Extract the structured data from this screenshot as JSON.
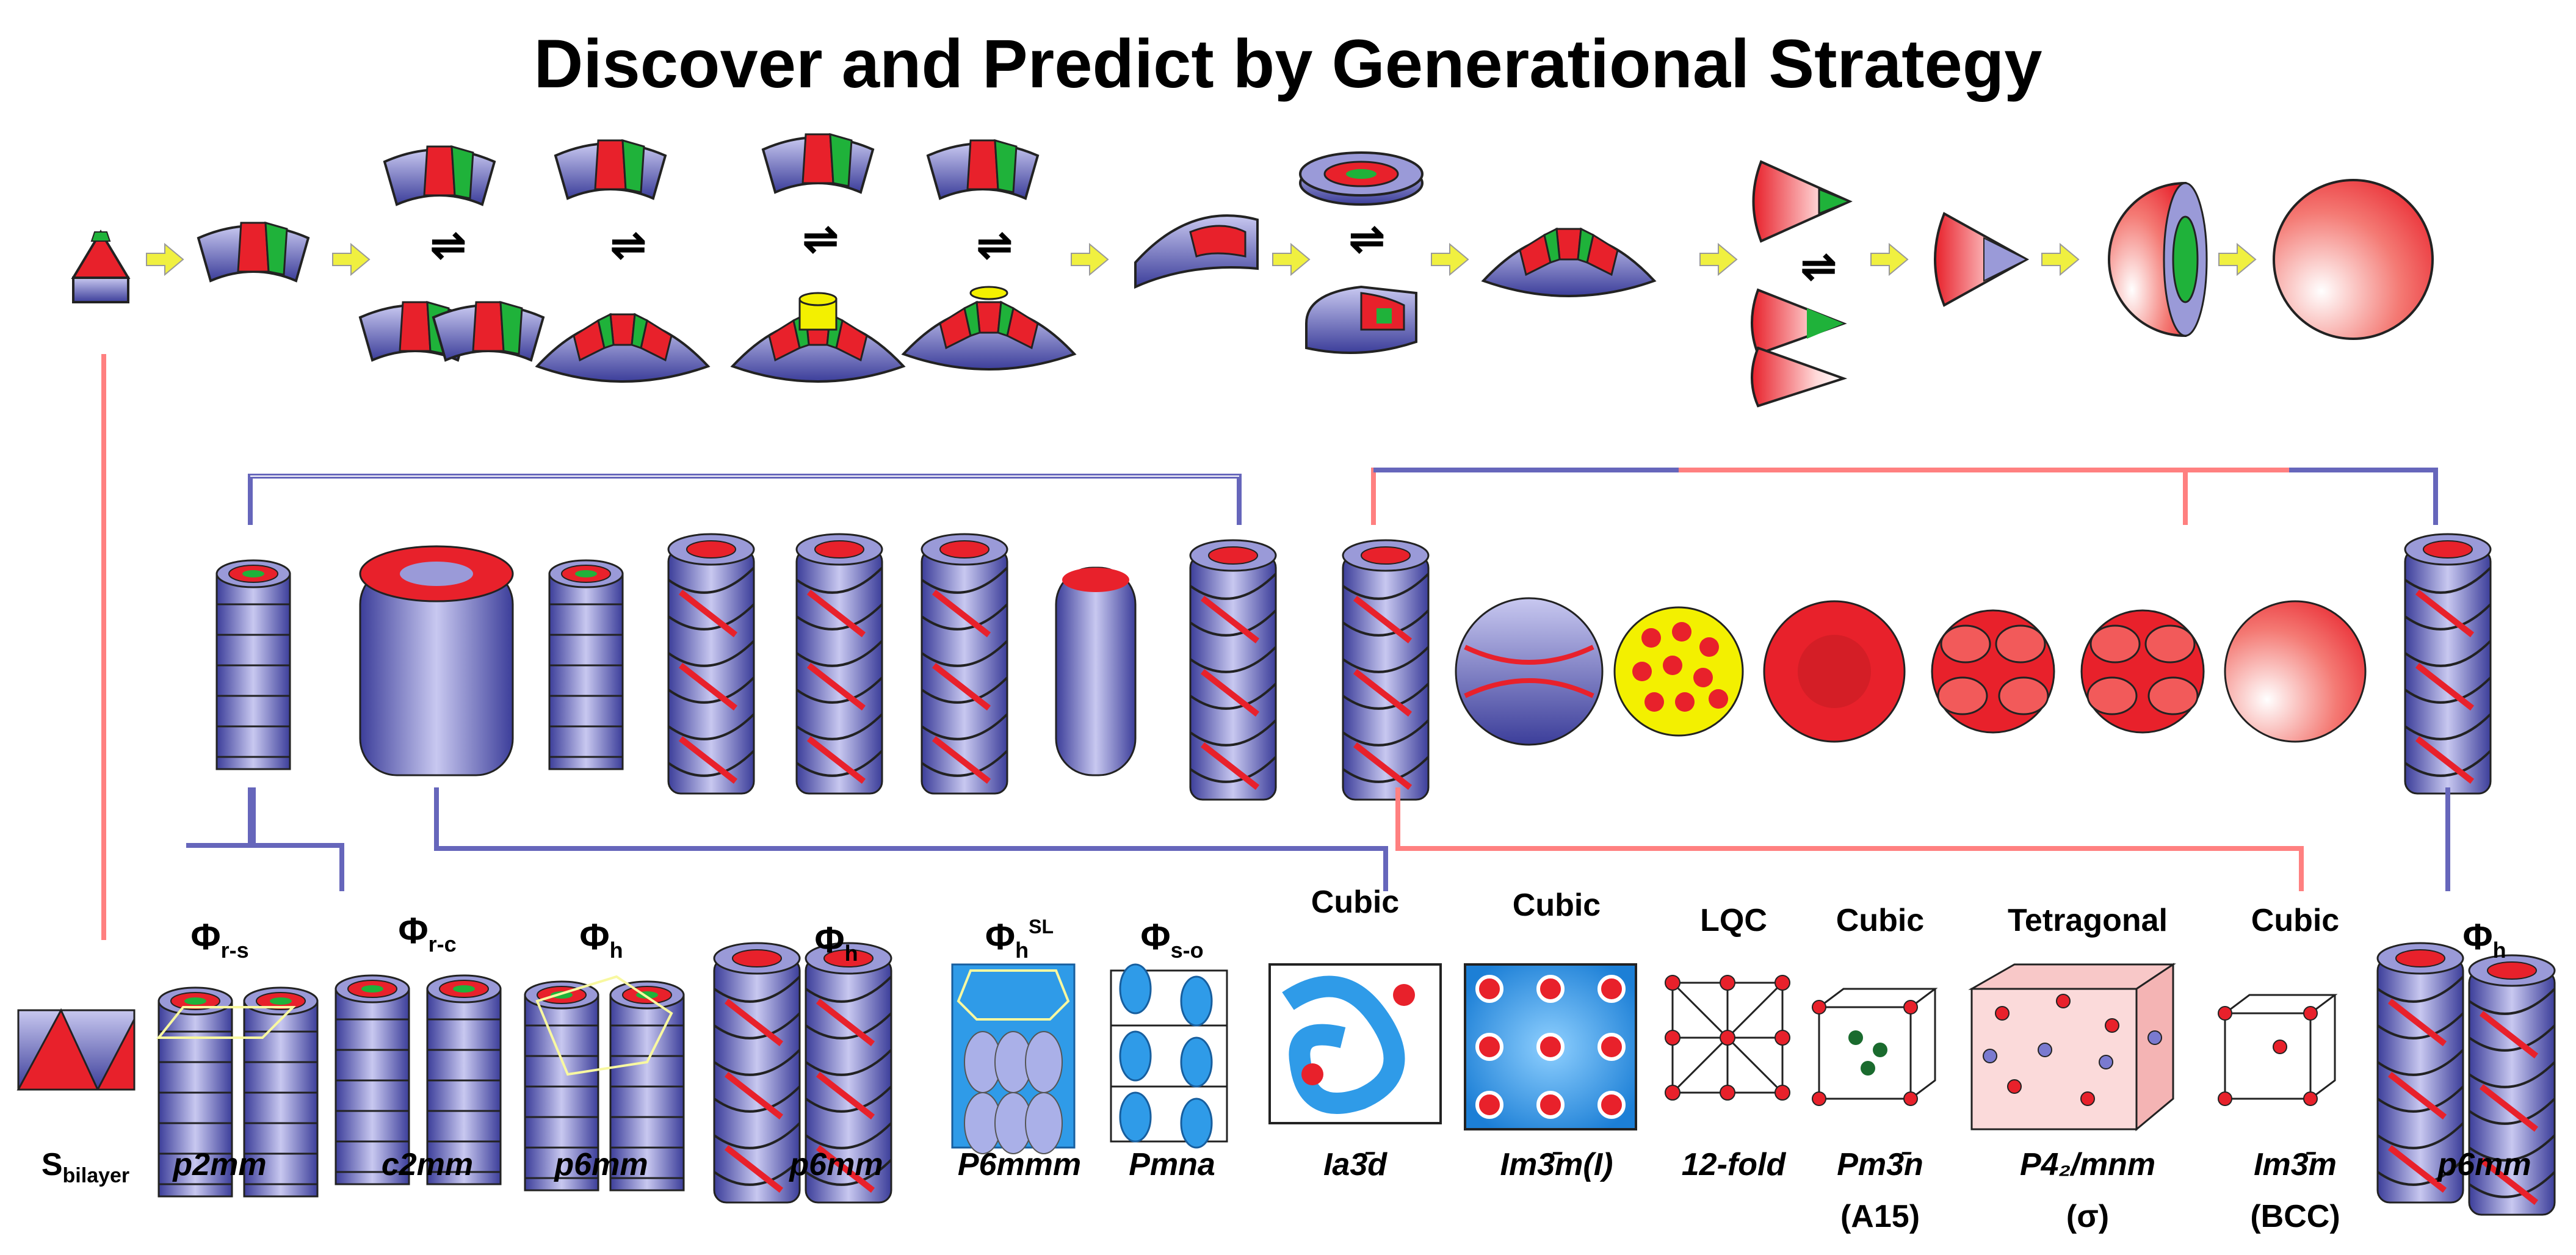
{
  "title": "Discover and Predict by Generational Strategy",
  "colors": {
    "blue": "#4a4ca8",
    "red": "#e8212b",
    "green": "#1fb23a",
    "yellow": "#f3f000",
    "connector_blue": "#6666bb",
    "connector_red": "#ff8080",
    "arrow_yellow": "#f0f040"
  },
  "phases": [
    {
      "top": "",
      "sub": "",
      "sup": "",
      "name": "S",
      "name_sub": "bilayer",
      "bottom": ""
    },
    {
      "top": "Φ",
      "sub": "r-s",
      "sup": "",
      "name": "p2mm",
      "name_sub": "",
      "bottom": ""
    },
    {
      "top": "Φ",
      "sub": "r-c",
      "sup": "",
      "name": "c2mm",
      "name_sub": "",
      "bottom": ""
    },
    {
      "top": "Φ",
      "sub": "h",
      "sup": "",
      "name": "p6mm",
      "name_sub": "",
      "bottom": ""
    },
    {
      "top": "Φ",
      "sub": "h",
      "sup": "",
      "name": "p6mm",
      "name_sub": "",
      "bottom": ""
    },
    {
      "top": "Φ",
      "sub": "h",
      "sup": "SL",
      "name": "P6mmm",
      "name_sub": "",
      "bottom": ""
    },
    {
      "top": "Φ",
      "sub": "s-o",
      "sup": "",
      "name": "Pmna",
      "name_sub": "",
      "bottom": ""
    },
    {
      "top": "Cubic",
      "sub": "",
      "sup": "",
      "name": "Ia3̄d",
      "name_sub": "",
      "bottom": ""
    },
    {
      "top": "Cubic",
      "sub": "",
      "sup": "",
      "name": "Im3̄m(I)",
      "name_sub": "",
      "bottom": ""
    },
    {
      "top": "LQC",
      "sub": "",
      "sup": "",
      "name": "12-fold",
      "name_sub": "",
      "bottom": ""
    },
    {
      "top": "Cubic",
      "sub": "",
      "sup": "",
      "name": "Pm3̄n",
      "name_sub": "",
      "bottom": "(A15)"
    },
    {
      "top": "Tetragonal",
      "sub": "",
      "sup": "",
      "name": "P4₂/mnm",
      "name_sub": "",
      "bottom": "(σ)"
    },
    {
      "top": "Cubic",
      "sub": "",
      "sup": "",
      "name": "Im3̄m",
      "name_sub": "",
      "bottom": "(BCC)"
    },
    {
      "top": "Φ",
      "sub": "h",
      "sup": "",
      "name": "p6mm",
      "name_sub": "",
      "bottom": ""
    }
  ],
  "equilibrium_symbol": "⇌"
}
